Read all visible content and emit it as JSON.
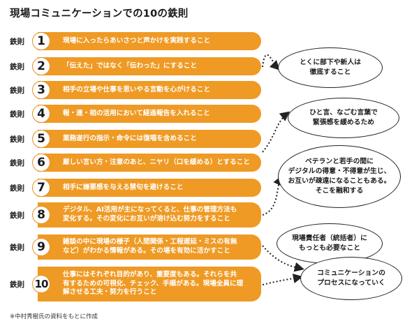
{
  "title": "現場コミュニケーションでの10の鉄則",
  "label": "鉄則",
  "rules": [
    {
      "num": "1",
      "text": "現場に入ったらあいさつと声かけを実践すること"
    },
    {
      "num": "2",
      "text": "「伝えた」ではなく「伝わった」にすること"
    },
    {
      "num": "3",
      "text": "相手の立場や仕事を思いやる言動を心がけること"
    },
    {
      "num": "4",
      "text": "報・連・相の活用において経過報告を入れること"
    },
    {
      "num": "5",
      "text": "業務遂行の指示・命令には復唱を含めること"
    },
    {
      "num": "6",
      "text": "厳しい言い方・注意のあと、ニヤリ（口を緩める）とすること"
    },
    {
      "num": "7",
      "text": "相手に嫌悪感を与える禁句を避けること"
    },
    {
      "num": "8",
      "text": "デジタル、AI活用が主になってくると、仕事の管理方法も\n変化する。その変化にお互いが溶け込む努力をすること"
    },
    {
      "num": "9",
      "text": "雑談の中に現場の様子（人間関係・工程遅延・ミスの有無\nなど）がわかる情報がある。その場を有効に活かすこと"
    },
    {
      "num": "10",
      "text": "仕事にはそれぞれ目的があり、重要度もある。それらを共\n有するための可視化、チェック、手順がある。現場全員に理\n解させる工夫・努力を行うこと"
    }
  ],
  "bubbles": [
    {
      "text": "とくに部下や新人は\n徹底すること"
    },
    {
      "text": "ひと言、なごむ言葉で\n緊張感を緩めるため"
    },
    {
      "text": "ベテランと若手の間に\nデジタルの得意・不得意が生じ、\nお互いが疎遠になることもある。\nそこを融和する"
    },
    {
      "text": "現場責任者（統括者）に\nもっとも必要なこと"
    },
    {
      "text": "コミュニケーションの\nプロセスになっていく"
    }
  ],
  "note": "※中村秀樹氏の資料をもとに作成"
}
